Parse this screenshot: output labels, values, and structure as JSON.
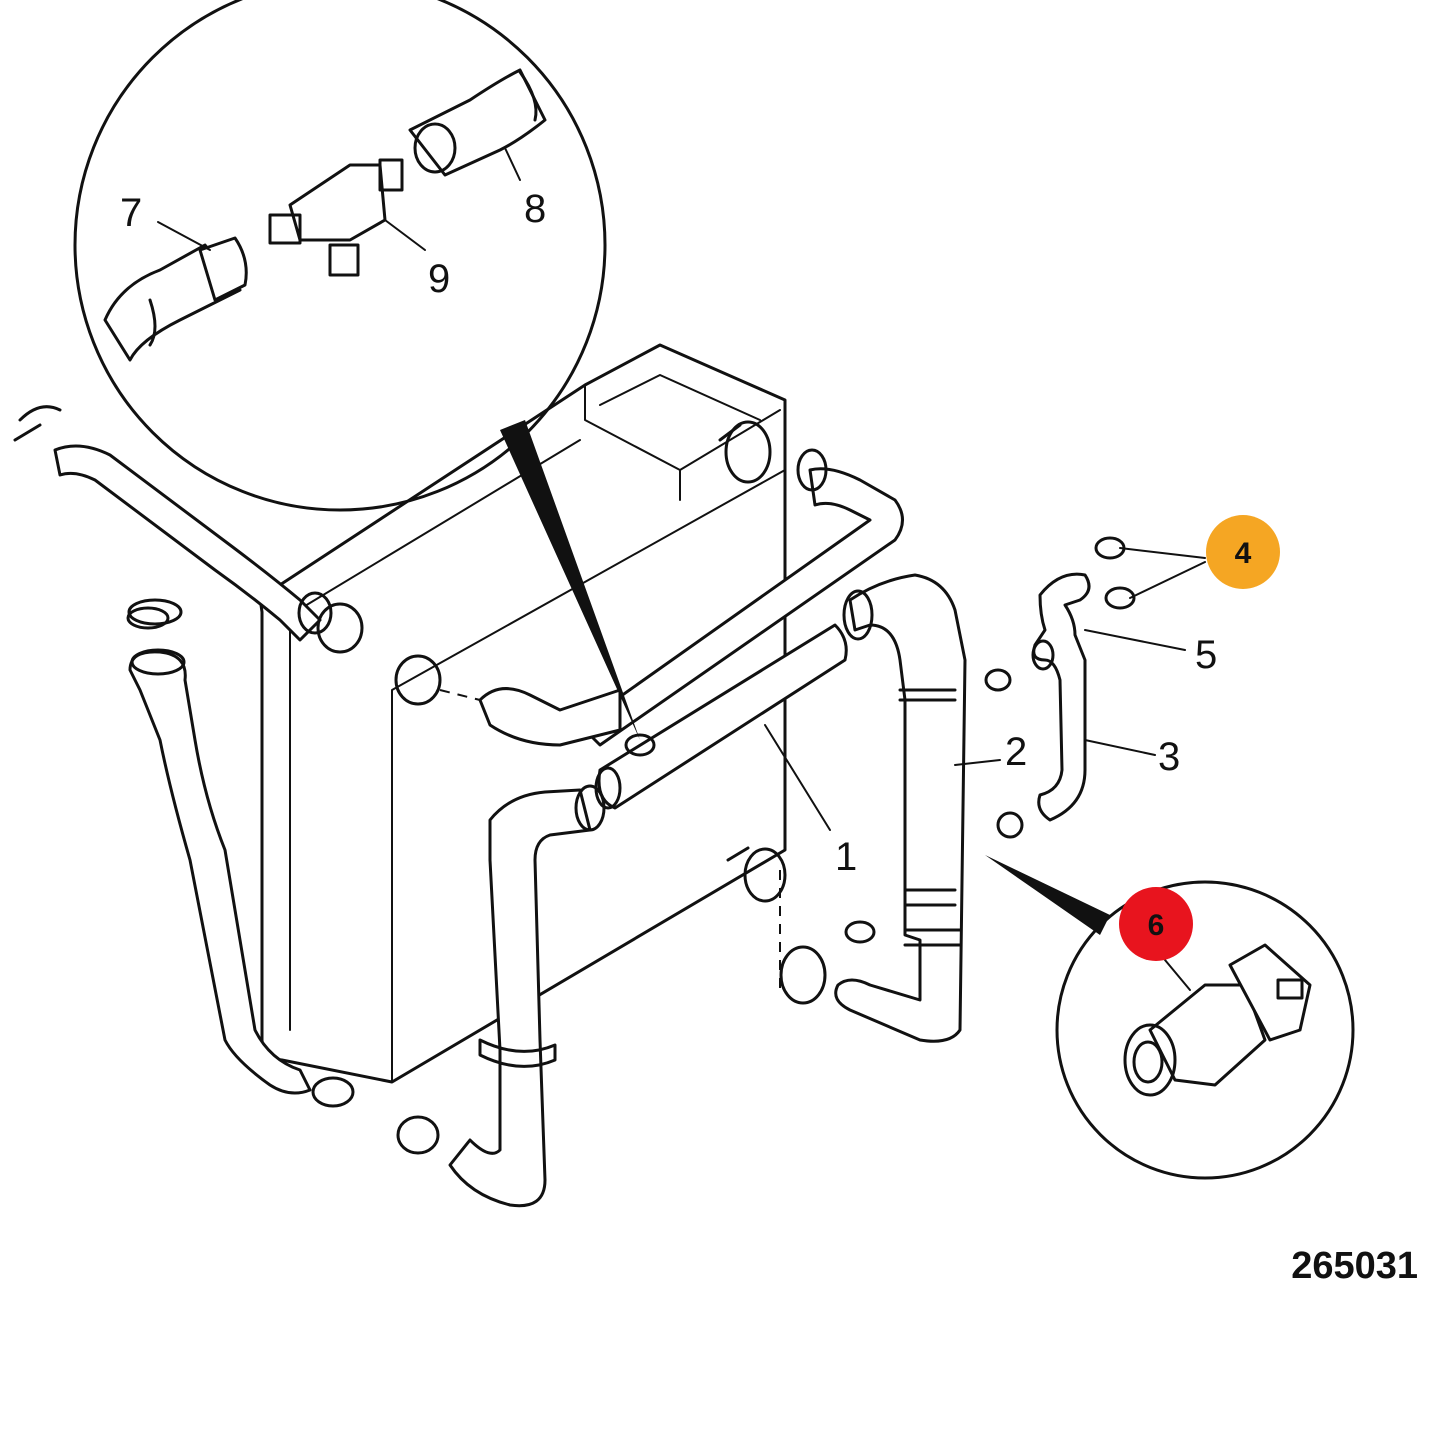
{
  "figure_number": "265031",
  "callouts": {
    "c1": "1",
    "c2": "2",
    "c3": "3",
    "c4": "4",
    "c5": "5",
    "c6": "6",
    "c7": "7",
    "c8": "8",
    "c9": "9"
  },
  "highlights": {
    "c4_color": "#F5A623",
    "c6_color": "#E8141E"
  }
}
